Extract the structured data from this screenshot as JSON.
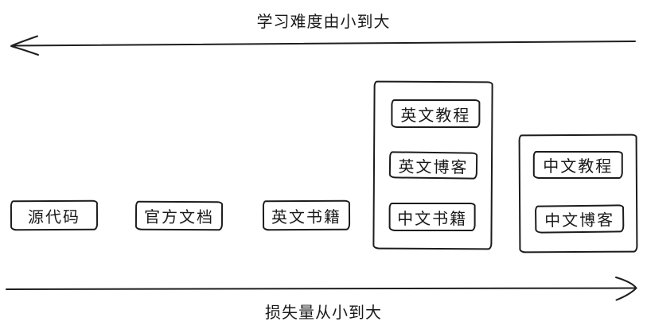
{
  "diagram": {
    "top_axis": {
      "label": "学习难度由小到大",
      "arrow_direction": "left"
    },
    "bottom_axis": {
      "label": "损失量从小到大",
      "arrow_direction": "right"
    },
    "nodes": [
      {
        "label": "源代码"
      },
      {
        "label": "官方文档"
      },
      {
        "label": "英文书籍"
      }
    ],
    "groups": [
      {
        "items": [
          {
            "label": "英文教程"
          },
          {
            "label": "英文博客"
          },
          {
            "label": "中文书籍"
          }
        ]
      },
      {
        "items": [
          {
            "label": "中文教程"
          },
          {
            "label": "中文博客"
          }
        ]
      }
    ],
    "colors": {
      "ink": "#1e1e1e",
      "background": "#ffffff"
    }
  }
}
